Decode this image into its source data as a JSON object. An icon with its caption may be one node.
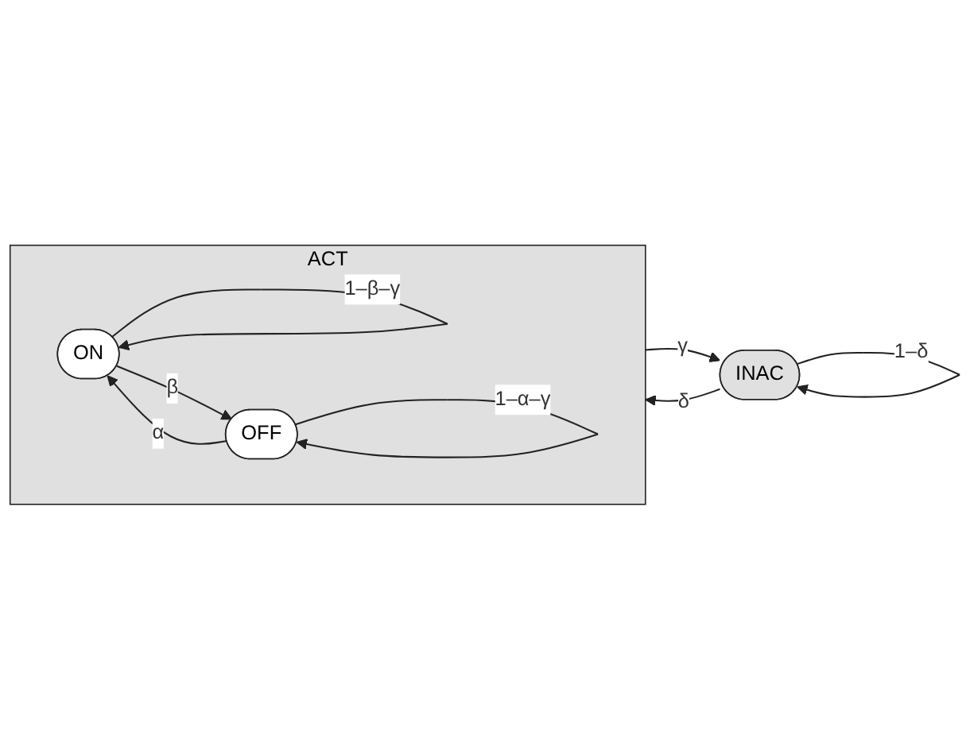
{
  "diagram": {
    "nodes": [
      {
        "text": [
          "INAC"
        ]
      },
      {
        "text": [
          "ACT"
        ]
      },
      {
        "text": [
          "ON"
        ],
        "in": 1
      },
      {
        "text": [
          "OFF"
        ],
        "in": 1
      }
    ],
    "edges": [
      {
        "from": 0,
        "to": 0,
        "arrow": "to",
        "label": "1–δ"
      },
      {
        "from": 0,
        "to": 1,
        "arrow": "to",
        "label": "δ"
      },
      {
        "from": 1,
        "to": 0,
        "arrow": "to",
        "label": "γ"
      },
      {
        "from": 3,
        "to": 2,
        "arrow": "to",
        "label": "α"
      },
      {
        "from": 2,
        "to": 3,
        "arrow": "to",
        "label": "β"
      },
      {
        "from": 2,
        "to": 2,
        "arrow": "to",
        "label": "1–β–γ"
      },
      {
        "from": 3,
        "to": 3,
        "arrow": "to",
        "label": "1–α–γ"
      }
    ]
  }
}
